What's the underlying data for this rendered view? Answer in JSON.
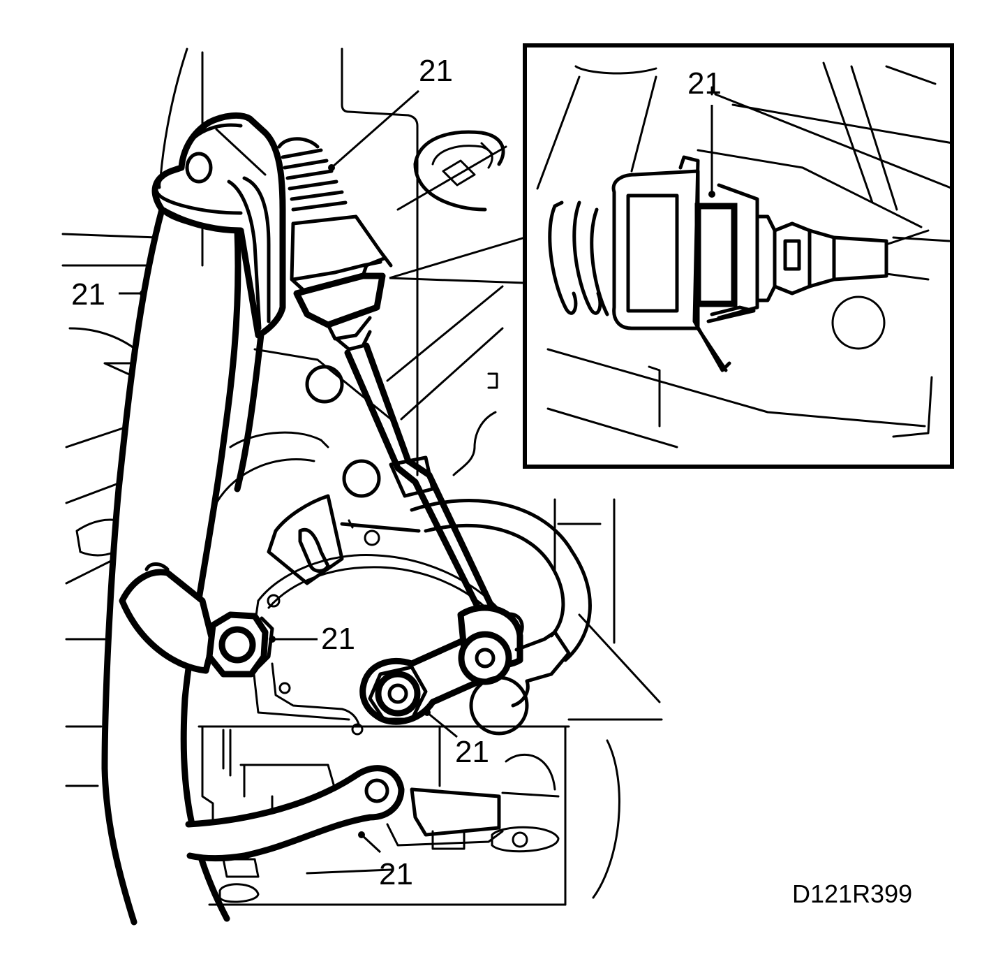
{
  "callouts": [
    {
      "id": "top",
      "text": "21"
    },
    {
      "id": "left",
      "text": "21"
    },
    {
      "id": "inset",
      "text": "21"
    },
    {
      "id": "nut-left",
      "text": "21"
    },
    {
      "id": "nut-right",
      "text": "21"
    },
    {
      "id": "bottom",
      "text": "21"
    }
  ],
  "figure_code": "D121R399"
}
